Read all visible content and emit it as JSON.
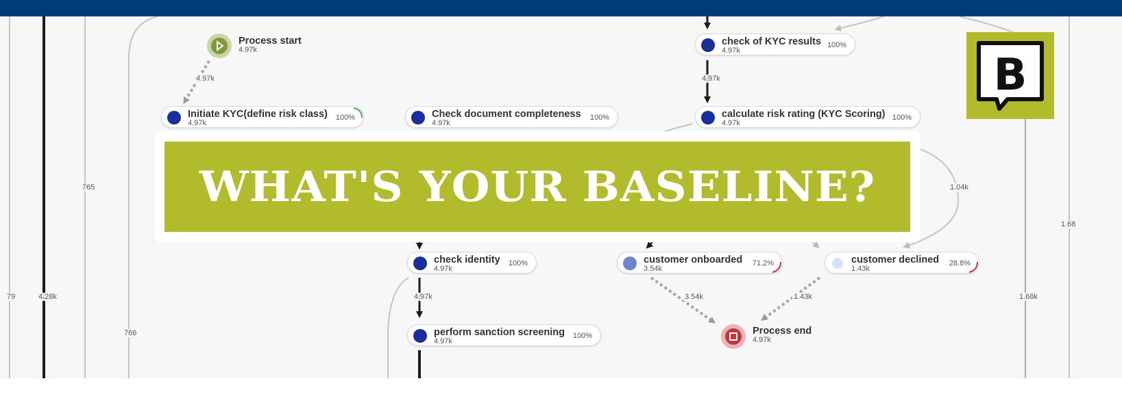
{
  "banner": {
    "text": "WHAT'S YOUR BASELINE?"
  },
  "logo": {
    "letter": "B"
  },
  "nodes": [
    {
      "name": "check of KYC results",
      "count": "4.97k",
      "pct": "100%"
    },
    {
      "name": "Initiate KYC(define risk class)",
      "count": "4.97k",
      "pct": "100%"
    },
    {
      "name": "Check document completeness",
      "count": "4.97k",
      "pct": "100%"
    },
    {
      "name": "calculate risk rating (KYC Scoring)",
      "count": "4.97k",
      "pct": "100%"
    },
    {
      "name": "check identity",
      "count": "4.97k",
      "pct": "100%"
    },
    {
      "name": "customer onboarded",
      "count": "3.54k",
      "pct": "71.2%"
    },
    {
      "name": "customer declined",
      "count": "1.43k",
      "pct": "28.8%"
    },
    {
      "name": "perform sanction screening",
      "count": "4.97k",
      "pct": "100%"
    }
  ],
  "start": {
    "name": "Process start",
    "count": "4.97k"
  },
  "end": {
    "name": "Process end",
    "count": "4.97k"
  },
  "edge_labels": {
    "start_to_kyc": "4.97k",
    "results_to_rating": "4.97k",
    "left_765": "765",
    "right_104": "1.04k",
    "edge_168_top": "1.68",
    "left_79": "79",
    "left_428": "4.28k",
    "identity_to_sanction": "4.97k",
    "onboarded_to_end": "3.54k",
    "declined_to_end": "1.43k",
    "right_168": "1.68k",
    "left_766": "766"
  },
  "colors": {
    "header": "#003d78",
    "banner": "#b2bb2c",
    "activity_dot": "#1a2f9c",
    "start": "#7d9a3a",
    "end": "#c3353c"
  }
}
